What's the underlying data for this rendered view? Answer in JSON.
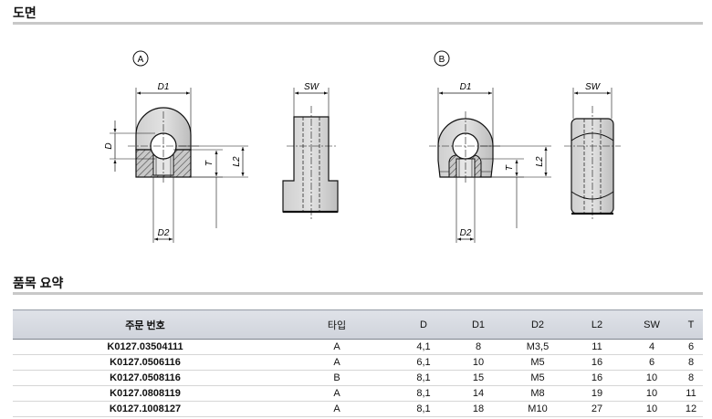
{
  "sections": {
    "drawing_title": "도면",
    "summary_title": "품목 요약"
  },
  "drawing": {
    "view_a": "A",
    "view_b": "B",
    "dims": {
      "d1": "D1",
      "d2": "D2",
      "d": "D",
      "l2": "L2",
      "t": "T",
      "sw": "SW"
    }
  },
  "table": {
    "headers": [
      "주문 번호",
      "타입",
      "D",
      "D1",
      "D2",
      "L2",
      "SW",
      "T"
    ],
    "rows": [
      [
        "K0127.03504111",
        "A",
        "4,1",
        "8",
        "M3,5",
        "11",
        "4",
        "6"
      ],
      [
        "K0127.0506116",
        "A",
        "6,1",
        "10",
        "M5",
        "16",
        "6",
        "8"
      ],
      [
        "K0127.0508116",
        "B",
        "8,1",
        "15",
        "M5",
        "16",
        "10",
        "8"
      ],
      [
        "K0127.0808119",
        "A",
        "8,1",
        "14",
        "M8",
        "19",
        "10",
        "11"
      ],
      [
        "K0127.1008127",
        "A",
        "8,1",
        "18",
        "M10",
        "27",
        "10",
        "12"
      ]
    ]
  }
}
